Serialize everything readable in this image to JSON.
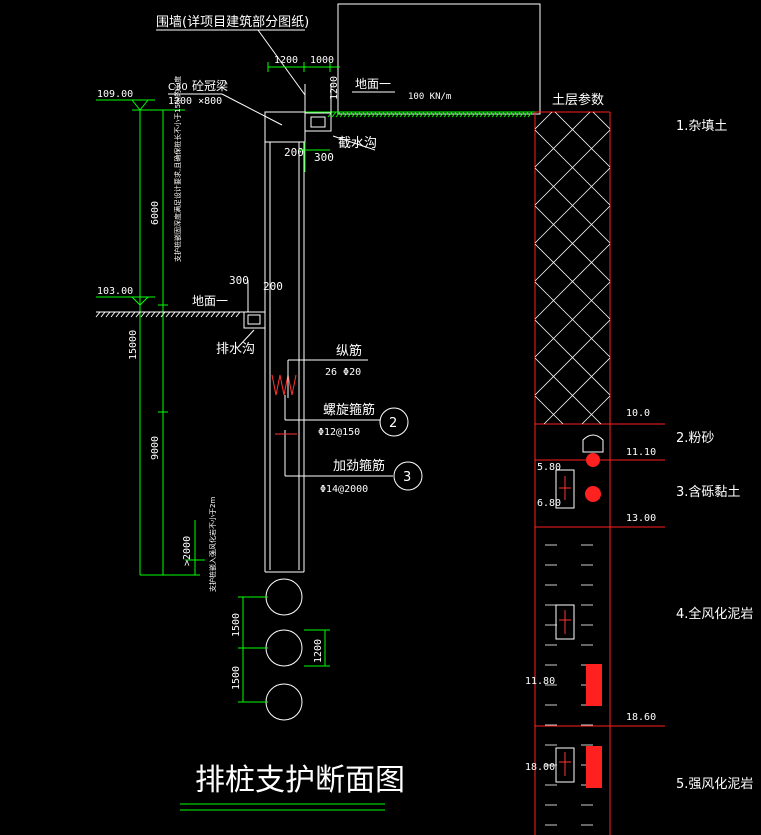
{
  "colors": {
    "background": "#000000",
    "structure": "#ffffff",
    "dimension": "#00ff00",
    "soil_line": "#ff2020",
    "label": "#ffffff"
  },
  "top_note": "围墙(详项目建筑部分图纸)",
  "beam": {
    "grade": "C30",
    "name": "砼冠梁",
    "size": "1200 ×800",
    "dim_200": "200",
    "dim_300": "300"
  },
  "top_dims": {
    "d1200": "1200",
    "d1000": "1000",
    "d1200v": "1200"
  },
  "ground_upper": {
    "label": "地面一",
    "load": "100 KN/m"
  },
  "ditch_upper": "截水沟",
  "ditch_lower": "排水沟",
  "ground_lower": {
    "label": "地面一",
    "d300": "300",
    "d200": "200"
  },
  "elevations": {
    "top": "109.00",
    "mid": "103.00"
  },
  "left_dims": {
    "d6000": "6000",
    "d15000": "15000",
    "d9000": "9000",
    "d2000": ">2000"
  },
  "left_notes": {
    "upper": "支护桩嵌固深度满足设计要求,且确保桩长不小于15米的长度",
    "lower": "支护桩嵌入强风化岩不小于2m"
  },
  "rebar": {
    "long": {
      "name": "纵筋",
      "spec": "26  Φ20"
    },
    "spiral": {
      "name": "螺旋箍筋",
      "spec": "Φ12@150",
      "num": "2"
    },
    "stiff": {
      "name": "加劲箍筋",
      "spec": "Φ14@2000",
      "num": "3"
    }
  },
  "pile_plan": {
    "d1500a": "1500",
    "d1500b": "1500",
    "d1200": "1200"
  },
  "title": "排桩支护断面图",
  "soil": {
    "header": "土层参数",
    "layers": [
      {
        "name": "1.杂填土"
      },
      {
        "name": "2.粉砂"
      },
      {
        "name": "3.含砾黏土"
      },
      {
        "name": "4.全风化泥岩"
      },
      {
        "name": "5.强风化泥岩"
      }
    ],
    "depths": [
      "10.0",
      "11.10",
      "13.00",
      "18.60"
    ],
    "samples": [
      "5.80",
      "6.80",
      "11.80",
      "18.00"
    ]
  }
}
